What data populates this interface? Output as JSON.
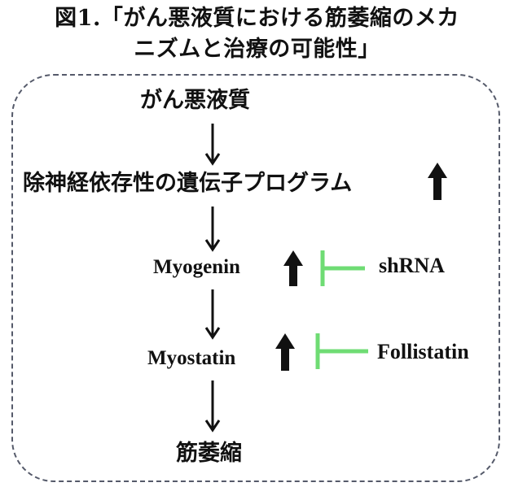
{
  "figure": {
    "title_line1": "図1.「がん悪液質における筋萎縮のメカ",
    "title_line2": "ニズムと治療の可能性」"
  },
  "pathway": {
    "cachexia": "がん悪液質",
    "denervation_program": "除神経依存性の遺伝子プログラム",
    "myogenin": "Myogenin",
    "myostatin": "Myostatin",
    "muscle_atrophy": "筋萎縮"
  },
  "inhibitors": {
    "shrna": "shRNA",
    "follistatin": "Follistatin"
  },
  "colors": {
    "inhibitor": "#6fdc74",
    "arrow": "#111111",
    "frame": "#555a6a"
  }
}
